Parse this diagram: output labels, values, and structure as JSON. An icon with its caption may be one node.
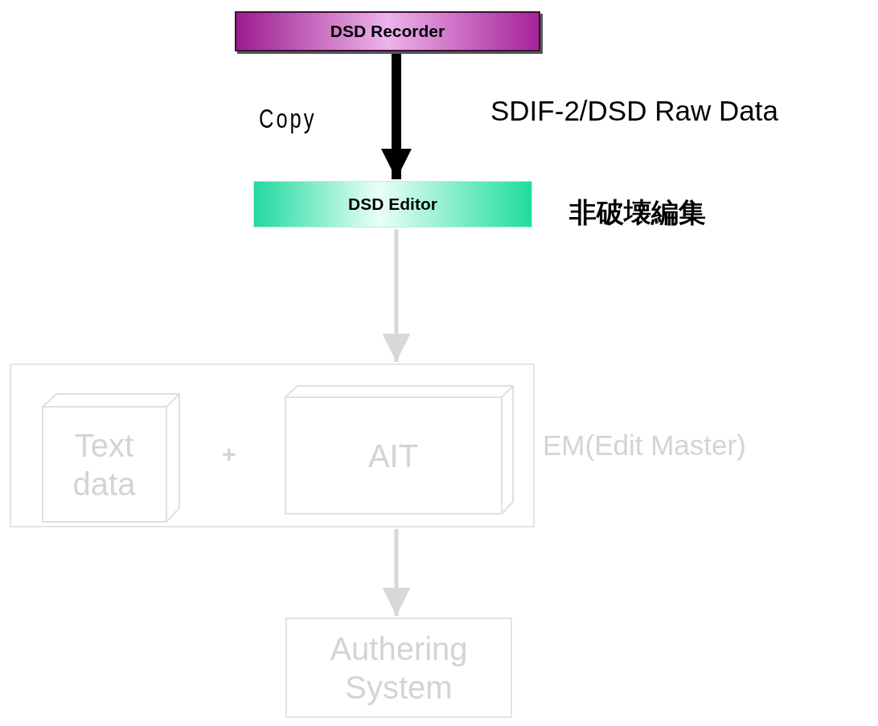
{
  "diagram": {
    "nodes": [
      {
        "text": [
          "DSD Recorder"
        ]
      },
      {
        "text": [
          "DSD Editor"
        ],
        "beside": [
          "非破壊編集"
        ]
      },
      {
        "text": [
          "EM(Edit Master)"
        ]
      },
      {
        "text": [
          "Text data"
        ],
        "in": 2
      },
      {
        "text": [
          "AIT"
        ],
        "in": 2
      },
      {
        "text": [
          "Authering System"
        ]
      }
    ],
    "edges": [
      {
        "from": 0,
        "to": 1,
        "arrow": "to",
        "label": "Copy",
        "style": "thick",
        "color": "#000000"
      },
      {
        "from": 1,
        "to": 2,
        "arrow": "to"
      },
      {
        "from": 2,
        "to": 5,
        "arrow": "to"
      }
    ],
    "labels": [
      "SDIF-2/DSD Raw Data",
      "+"
    ]
  }
}
